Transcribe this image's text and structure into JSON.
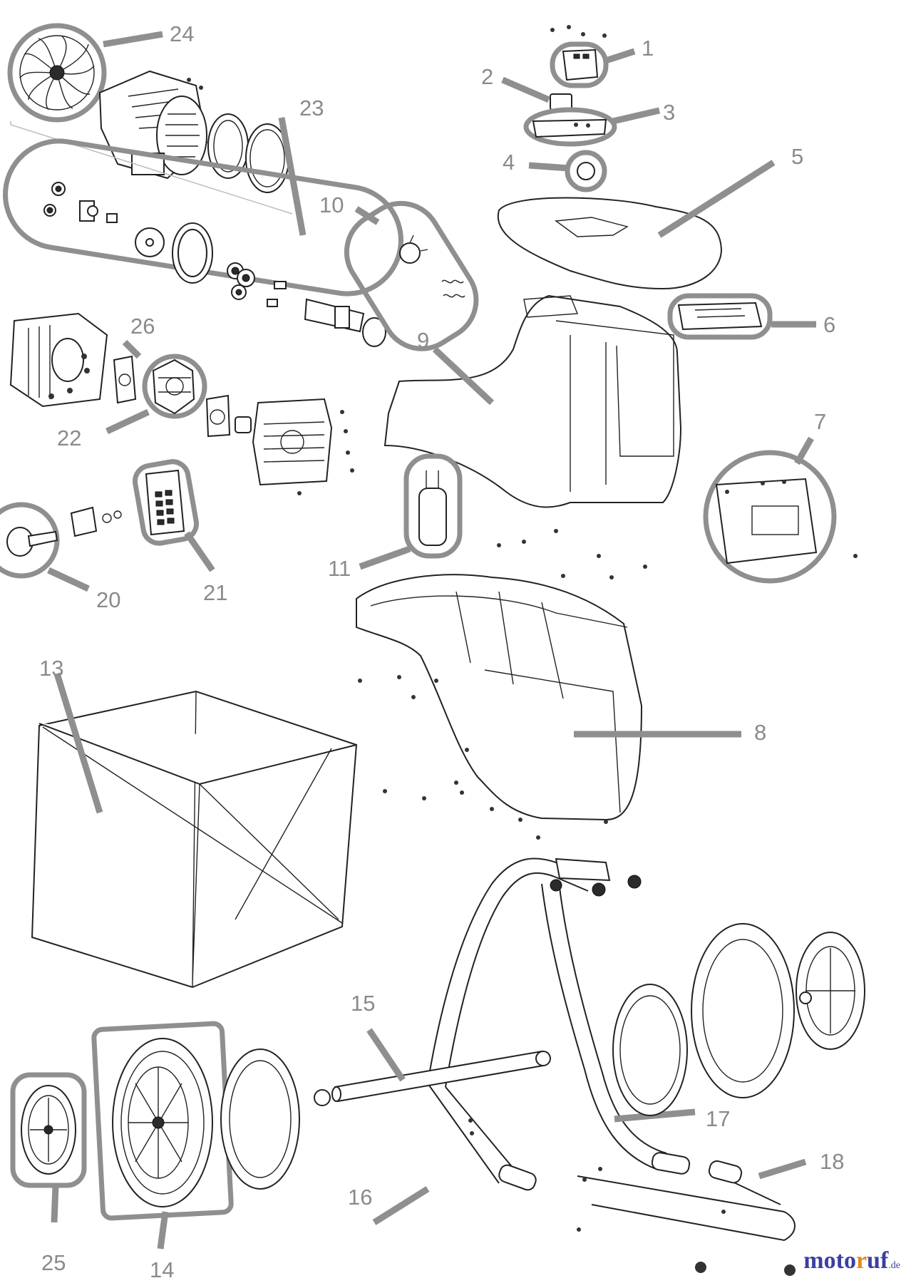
{
  "diagram": {
    "callouts": [
      {
        "id": "1",
        "label": "1"
      },
      {
        "id": "2",
        "label": "2"
      },
      {
        "id": "3",
        "label": "3"
      },
      {
        "id": "4",
        "label": "4"
      },
      {
        "id": "5",
        "label": "5"
      },
      {
        "id": "6",
        "label": "6"
      },
      {
        "id": "7",
        "label": "7"
      },
      {
        "id": "8",
        "label": "8"
      },
      {
        "id": "9",
        "label": "9"
      },
      {
        "id": "10",
        "label": "10"
      },
      {
        "id": "11",
        "label": "11"
      },
      {
        "id": "13",
        "label": "13"
      },
      {
        "id": "14",
        "label": "14"
      },
      {
        "id": "15",
        "label": "15"
      },
      {
        "id": "16",
        "label": "16"
      },
      {
        "id": "17",
        "label": "17"
      },
      {
        "id": "18",
        "label": "18"
      },
      {
        "id": "20",
        "label": "20"
      },
      {
        "id": "21",
        "label": "21"
      },
      {
        "id": "22",
        "label": "22"
      },
      {
        "id": "23",
        "label": "23"
      },
      {
        "id": "24",
        "label": "24"
      },
      {
        "id": "25",
        "label": "25"
      },
      {
        "id": "26",
        "label": "26"
      }
    ],
    "watermark": {
      "main": "moto",
      "accent": "r",
      "rest": "uf",
      "tld": ".de"
    },
    "colors": {
      "callout": "#8a8a8a",
      "leader": "#8f8f8f",
      "line": "#222222",
      "watermark_blue": "#3b3fa0",
      "watermark_orange": "#e08a1c"
    }
  }
}
